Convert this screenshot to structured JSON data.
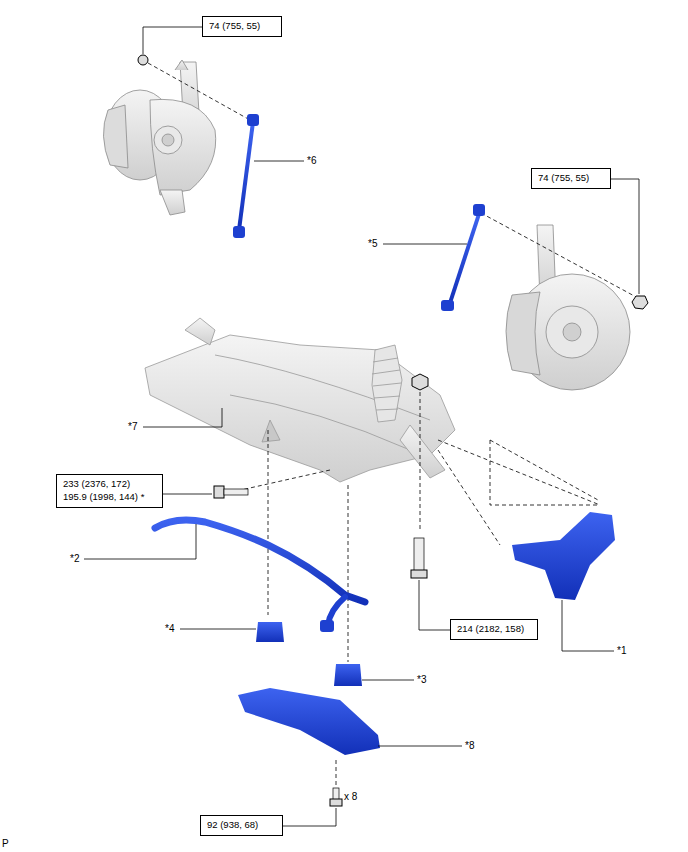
{
  "diagram": {
    "nodes": [
      {
        "text": [
          "74 (755, 55)"
        ]
      },
      {
        "text": [
          "74 (755, 55)"
        ]
      },
      {
        "text": [
          "233 (2376, 172)",
          "195.9 (1998, 144) *"
        ]
      },
      {
        "text": [
          "214 (2182, 158)"
        ]
      },
      {
        "text": [
          "92 (938, 68)"
        ]
      }
    ],
    "labels": [
      "*6",
      "*5",
      "*7",
      "*2",
      "*4",
      "*1",
      "*3",
      "*8",
      "x 8",
      "P"
    ]
  }
}
